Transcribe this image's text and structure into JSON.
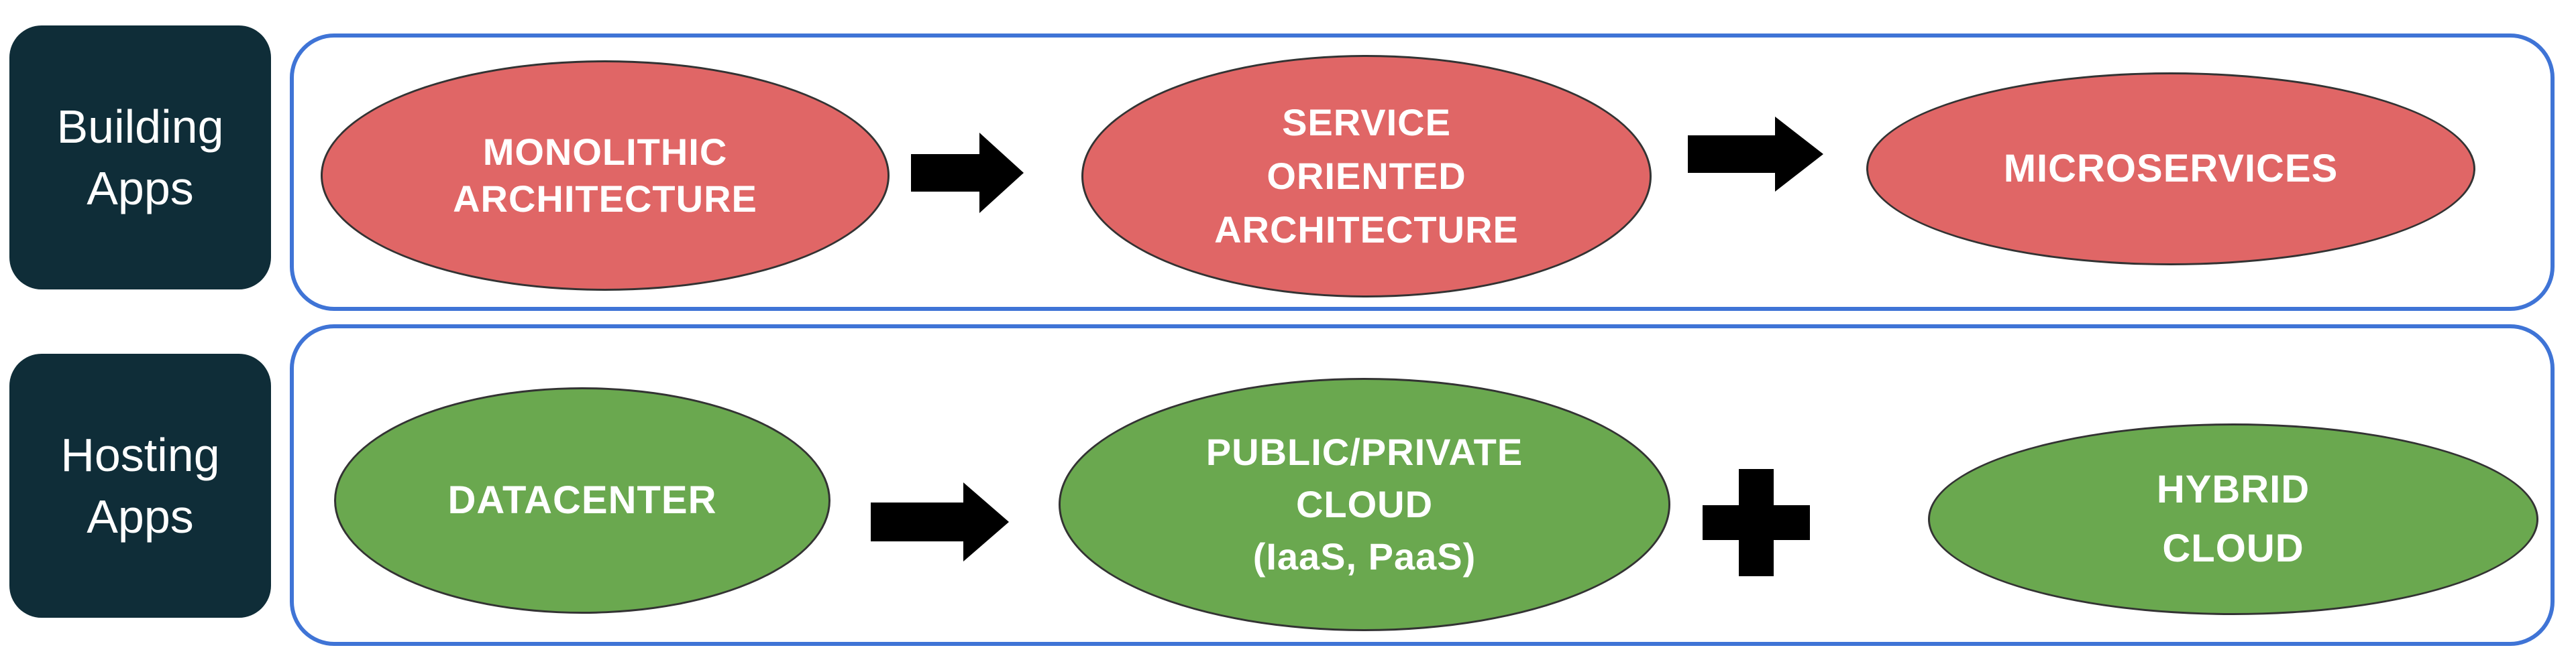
{
  "rows": [
    {
      "label_lines": [
        "Building",
        "Apps"
      ],
      "nodes": [
        {
          "lines": [
            "MONOLITHIC",
            "ARCHITECTURE"
          ]
        },
        {
          "lines": [
            "SERVICE",
            "ORIENTED",
            "ARCHITECTURE"
          ]
        },
        {
          "lines": [
            "MICROSERVICES"
          ]
        }
      ],
      "connectors": [
        "arrow",
        "arrow"
      ]
    },
    {
      "label_lines": [
        "Hosting",
        "Apps"
      ],
      "nodes": [
        {
          "lines": [
            "DATACENTER"
          ]
        },
        {
          "lines": [
            "PUBLIC/PRIVATE",
            "CLOUD",
            "(IaaS, PaaS)"
          ]
        },
        {
          "lines": [
            "HYBRID",
            "CLOUD"
          ]
        }
      ],
      "connectors": [
        "arrow",
        "plus"
      ]
    }
  ],
  "colors": {
    "label_bg": "#0f2d38",
    "row_border": "#3f74d6",
    "build_fill": "#e06666",
    "host_fill": "#6aa84f",
    "connector": "#000000"
  },
  "icons": [
    "arrow-right-icon",
    "plus-icon"
  ]
}
